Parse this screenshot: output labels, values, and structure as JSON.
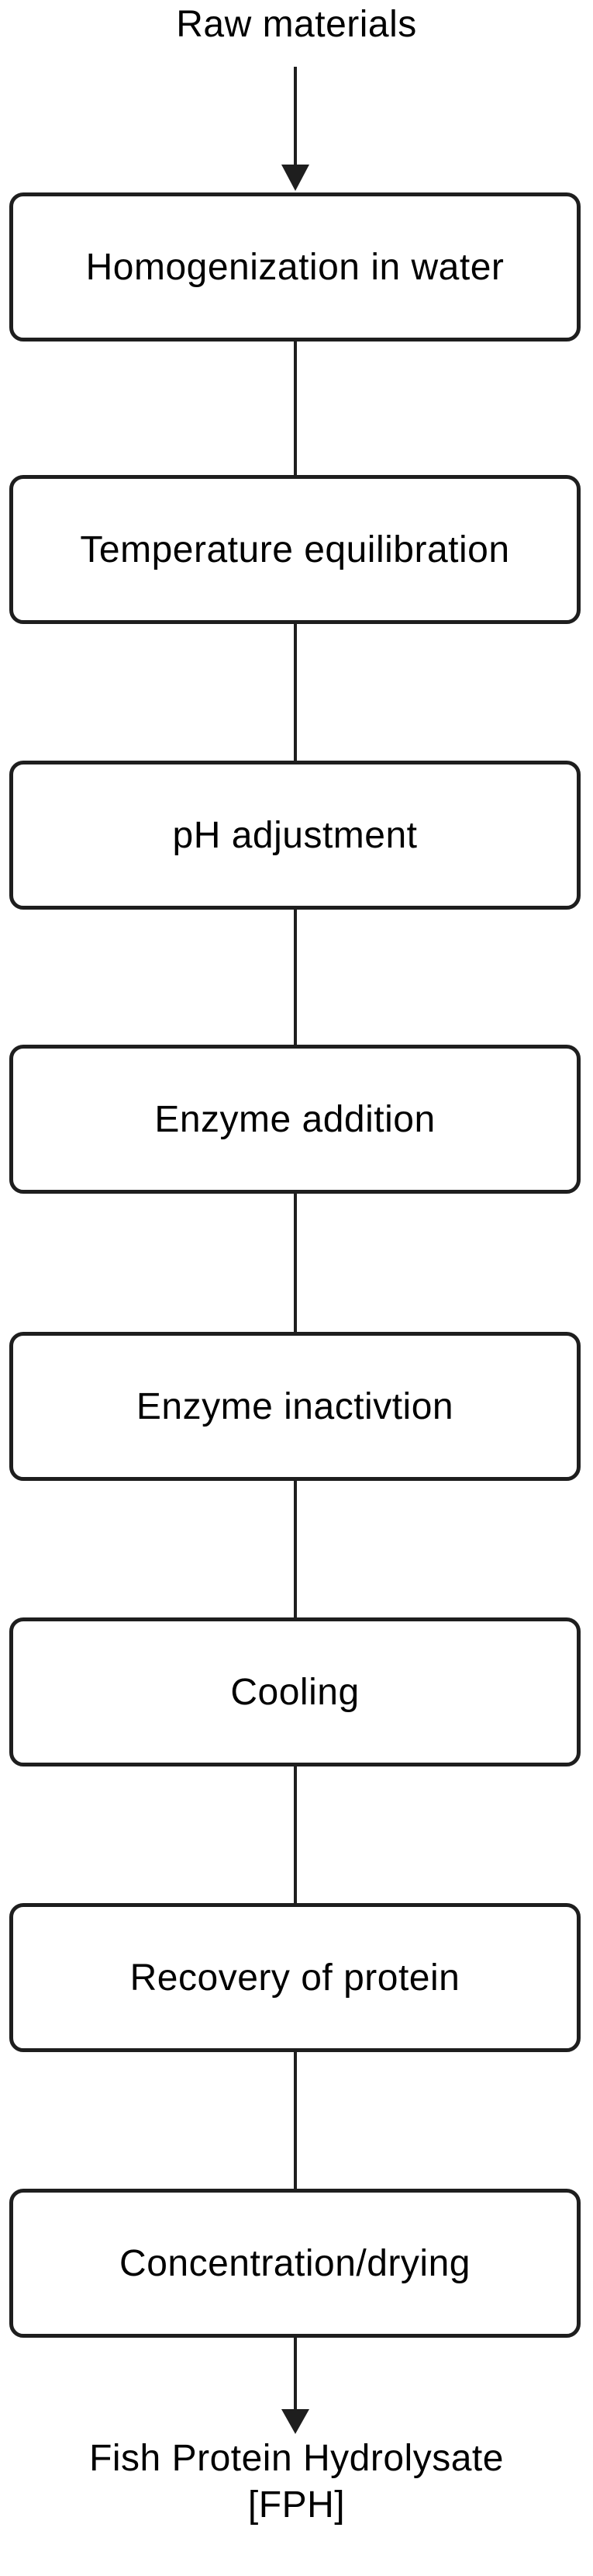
{
  "diagram": {
    "start_label": "Raw materials",
    "end_label_line1": "Fish Protein Hydrolysate",
    "end_label_line2": "[FPH]",
    "line_color": "#1e1e1e",
    "steps": [
      "Homogenization in water",
      "Temperature equilibration",
      "pH adjustment",
      "Enzyme addition",
      "Enzyme inactivtion",
      "Cooling",
      "Recovery of protein",
      "Concentration/drying"
    ]
  }
}
